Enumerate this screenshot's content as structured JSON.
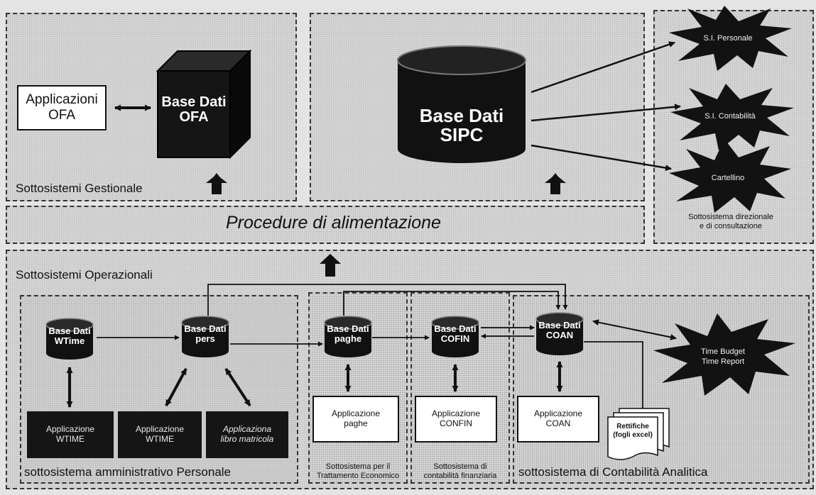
{
  "top": {
    "gestionale_title": "Sottosistemi Gestionale",
    "applicazioni_ofa": "Applicazioni\nOFA",
    "base_dati_ofa": "Base Dati\nOFA",
    "base_dati_sipc": "Base Dati\nSIPC",
    "procedure": "Procedure di alimentazione"
  },
  "direzionale": {
    "outputs": [
      "S.I. Personale",
      "S.I. Contabilità",
      "Cartellino"
    ],
    "caption": "Sottosistema direzionale\ne di consultazione"
  },
  "operazionali": {
    "title": "Sottosistemi Operazionali",
    "databases": {
      "wtime": "Base Dati\nWTime",
      "pers": "Base Dati\npers",
      "paghe": "Base Dati\npaghe",
      "cofin": "Base Dati\nCOFIN",
      "coan": "Base Dati\nCOAN"
    },
    "apps": {
      "wtime1": "Applicazione\nWTIME",
      "wtime2": "Applicazione\nWTIME",
      "libro": "Applicaziona\nlibro matricola",
      "paghe": "Applicazione\npaghe",
      "confin": "Applicazione\nCONFIN",
      "coan": "Applicazione\nCOAN"
    },
    "rettifiche": "Rettifiche\n(fogli excel)",
    "time_budget": "Time Budget\nTime Report",
    "captions": {
      "personale": "sottosistema amministrativo Personale",
      "trattamento": "Sottosistema per il\nTrattamento Economico",
      "finanziaria": "Sottosistema di\ncontabilità finanziaria",
      "analitica": "sottosistema di Contabilità Analitica"
    }
  }
}
